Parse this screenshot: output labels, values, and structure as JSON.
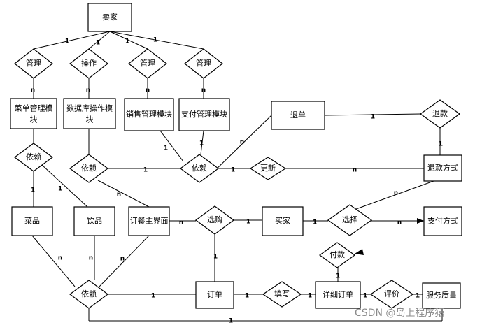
{
  "entities": {
    "seller": "卖家",
    "menu_mgmt": "菜单管理模块",
    "db_ops": "数据库操作模块",
    "sales_mgmt": "销售管理模块",
    "payment_mgmt": "支付管理模块",
    "refund_order": "退单",
    "dishes": "菜品",
    "drinks": "饮品",
    "order_main": "订餐主界面",
    "buyer": "买家",
    "order": "订单",
    "order_detail": "详细订单",
    "service_quality": "服务质量",
    "refund_method": "退款方式",
    "payment_method": "支付方式"
  },
  "relations": {
    "manage": "管理",
    "operate": "操作",
    "depend": "依赖",
    "refund": "退款",
    "update": "更新",
    "select_purchase": "选购",
    "choose": "选择",
    "pay": "付款",
    "fill_in": "填写",
    "evaluate": "评价"
  },
  "cardinality": {
    "one": "1",
    "many": "n"
  },
  "watermark": "CSDN @岛上程序猿",
  "colors": {
    "stroke": "#000000",
    "background": "#ffffff",
    "watermark": "#8a8a8a"
  }
}
